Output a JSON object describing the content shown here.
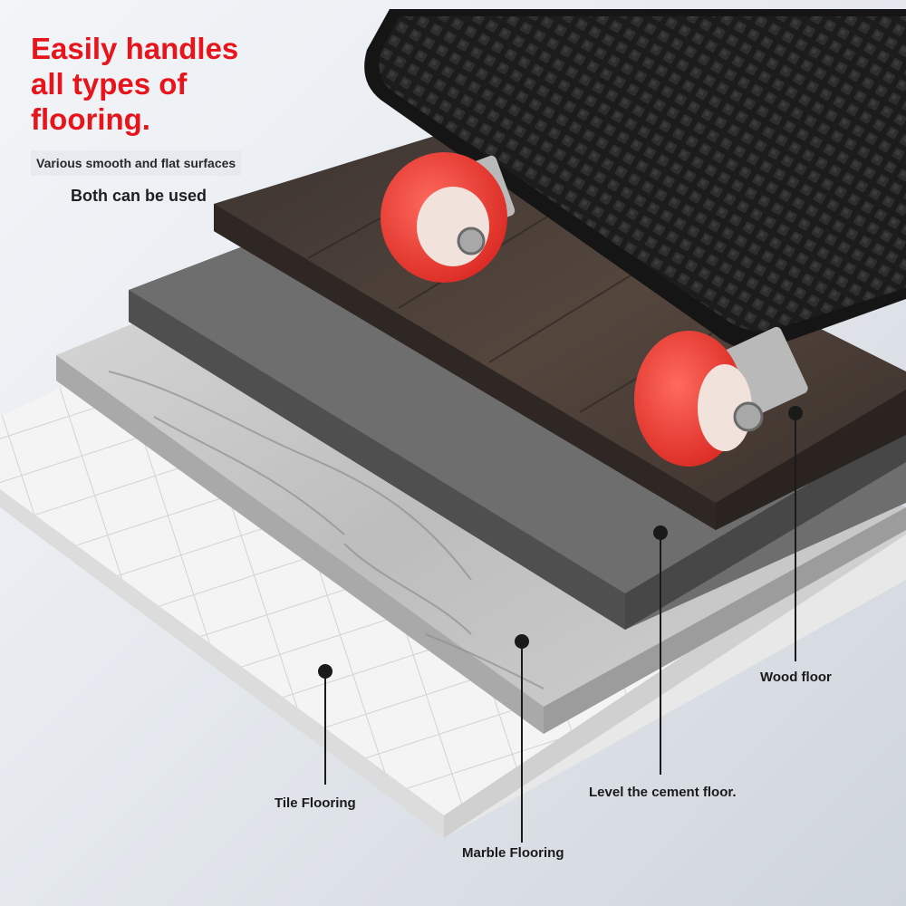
{
  "headline": "Easily handles all types of flooring.",
  "subtitle_1": "Various smooth and flat surfaces",
  "subtitle_2": "Both can be used",
  "callouts": {
    "wood": "Wood floor",
    "cement": "Level the cement floor.",
    "tile": "Tile Flooring",
    "marble": "Marble Flooring"
  },
  "colors": {
    "headline": "#e8141b",
    "wheel": "#ee3a34",
    "dolly_pad": "#1e1e1e",
    "wood": "#4a3f38",
    "cement": "#6a6a6a",
    "marble": "#c9c9c9",
    "tile": "#f2f2f2"
  }
}
